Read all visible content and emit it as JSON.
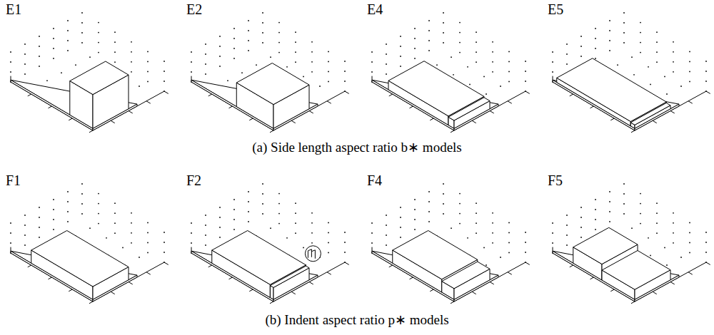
{
  "diagram": {
    "labels": [
      "E1",
      "E2",
      "E4",
      "E5",
      "(a) Side length aspect ratio b∗ models",
      "F1",
      "F2",
      "F4",
      "F5",
      "(b) Indent aspect ratio p∗ models"
    ]
  }
}
